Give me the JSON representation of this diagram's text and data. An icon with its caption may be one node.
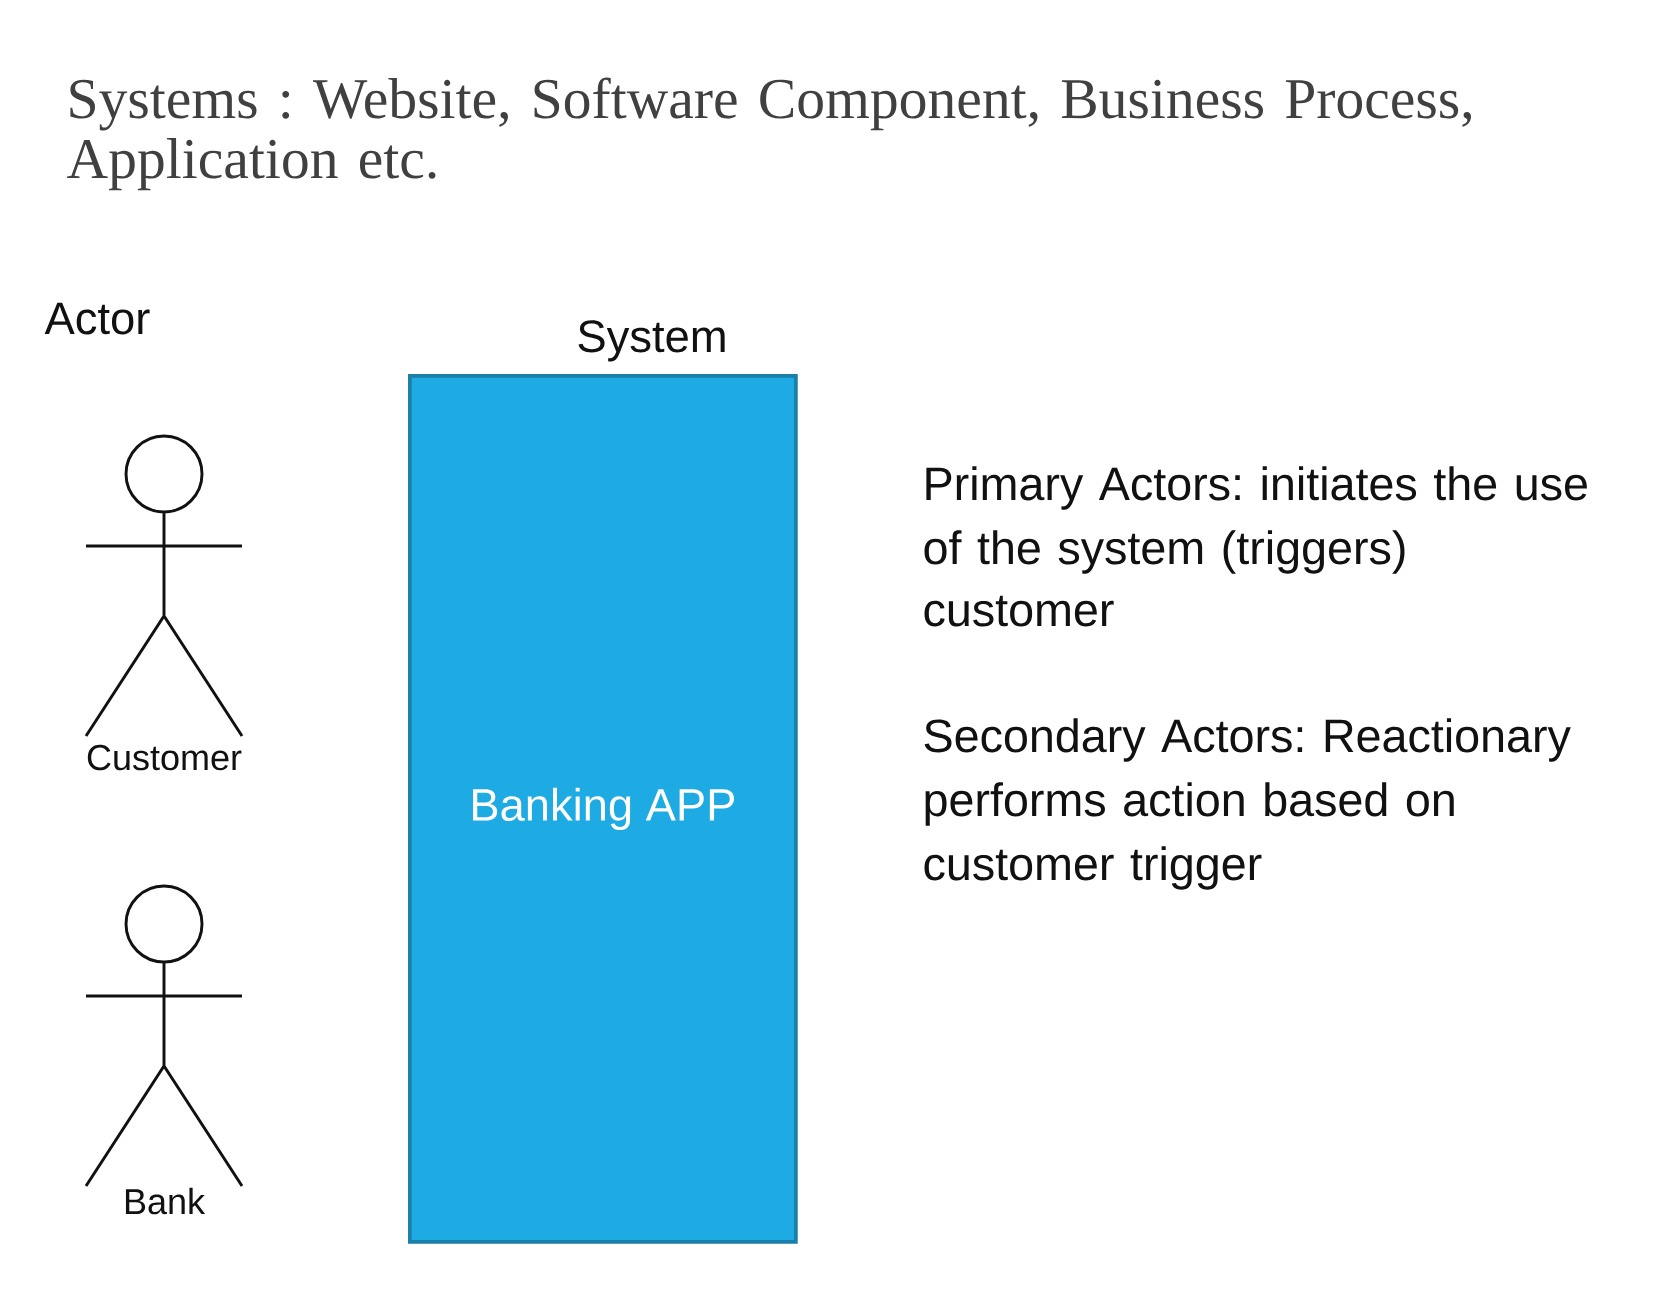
{
  "diagram": {
    "title": "Systems : Website, Software Component, Business Process, Application etc.",
    "nodes": [
      {
        "text": [],
        "shape": "person",
        "beside": [
          "Customer"
        ]
      },
      {
        "text": [],
        "shape": "person",
        "beside": [
          "Bank"
        ]
      },
      {
        "text": [
          "System",
          "Banking APP"
        ]
      }
    ],
    "labels": [
      "Actor",
      "Primary Actors: initiates the use of the system (triggers)",
      "customer",
      "Secondary Actors: Reactionary performs action based on customer trigger"
    ]
  }
}
